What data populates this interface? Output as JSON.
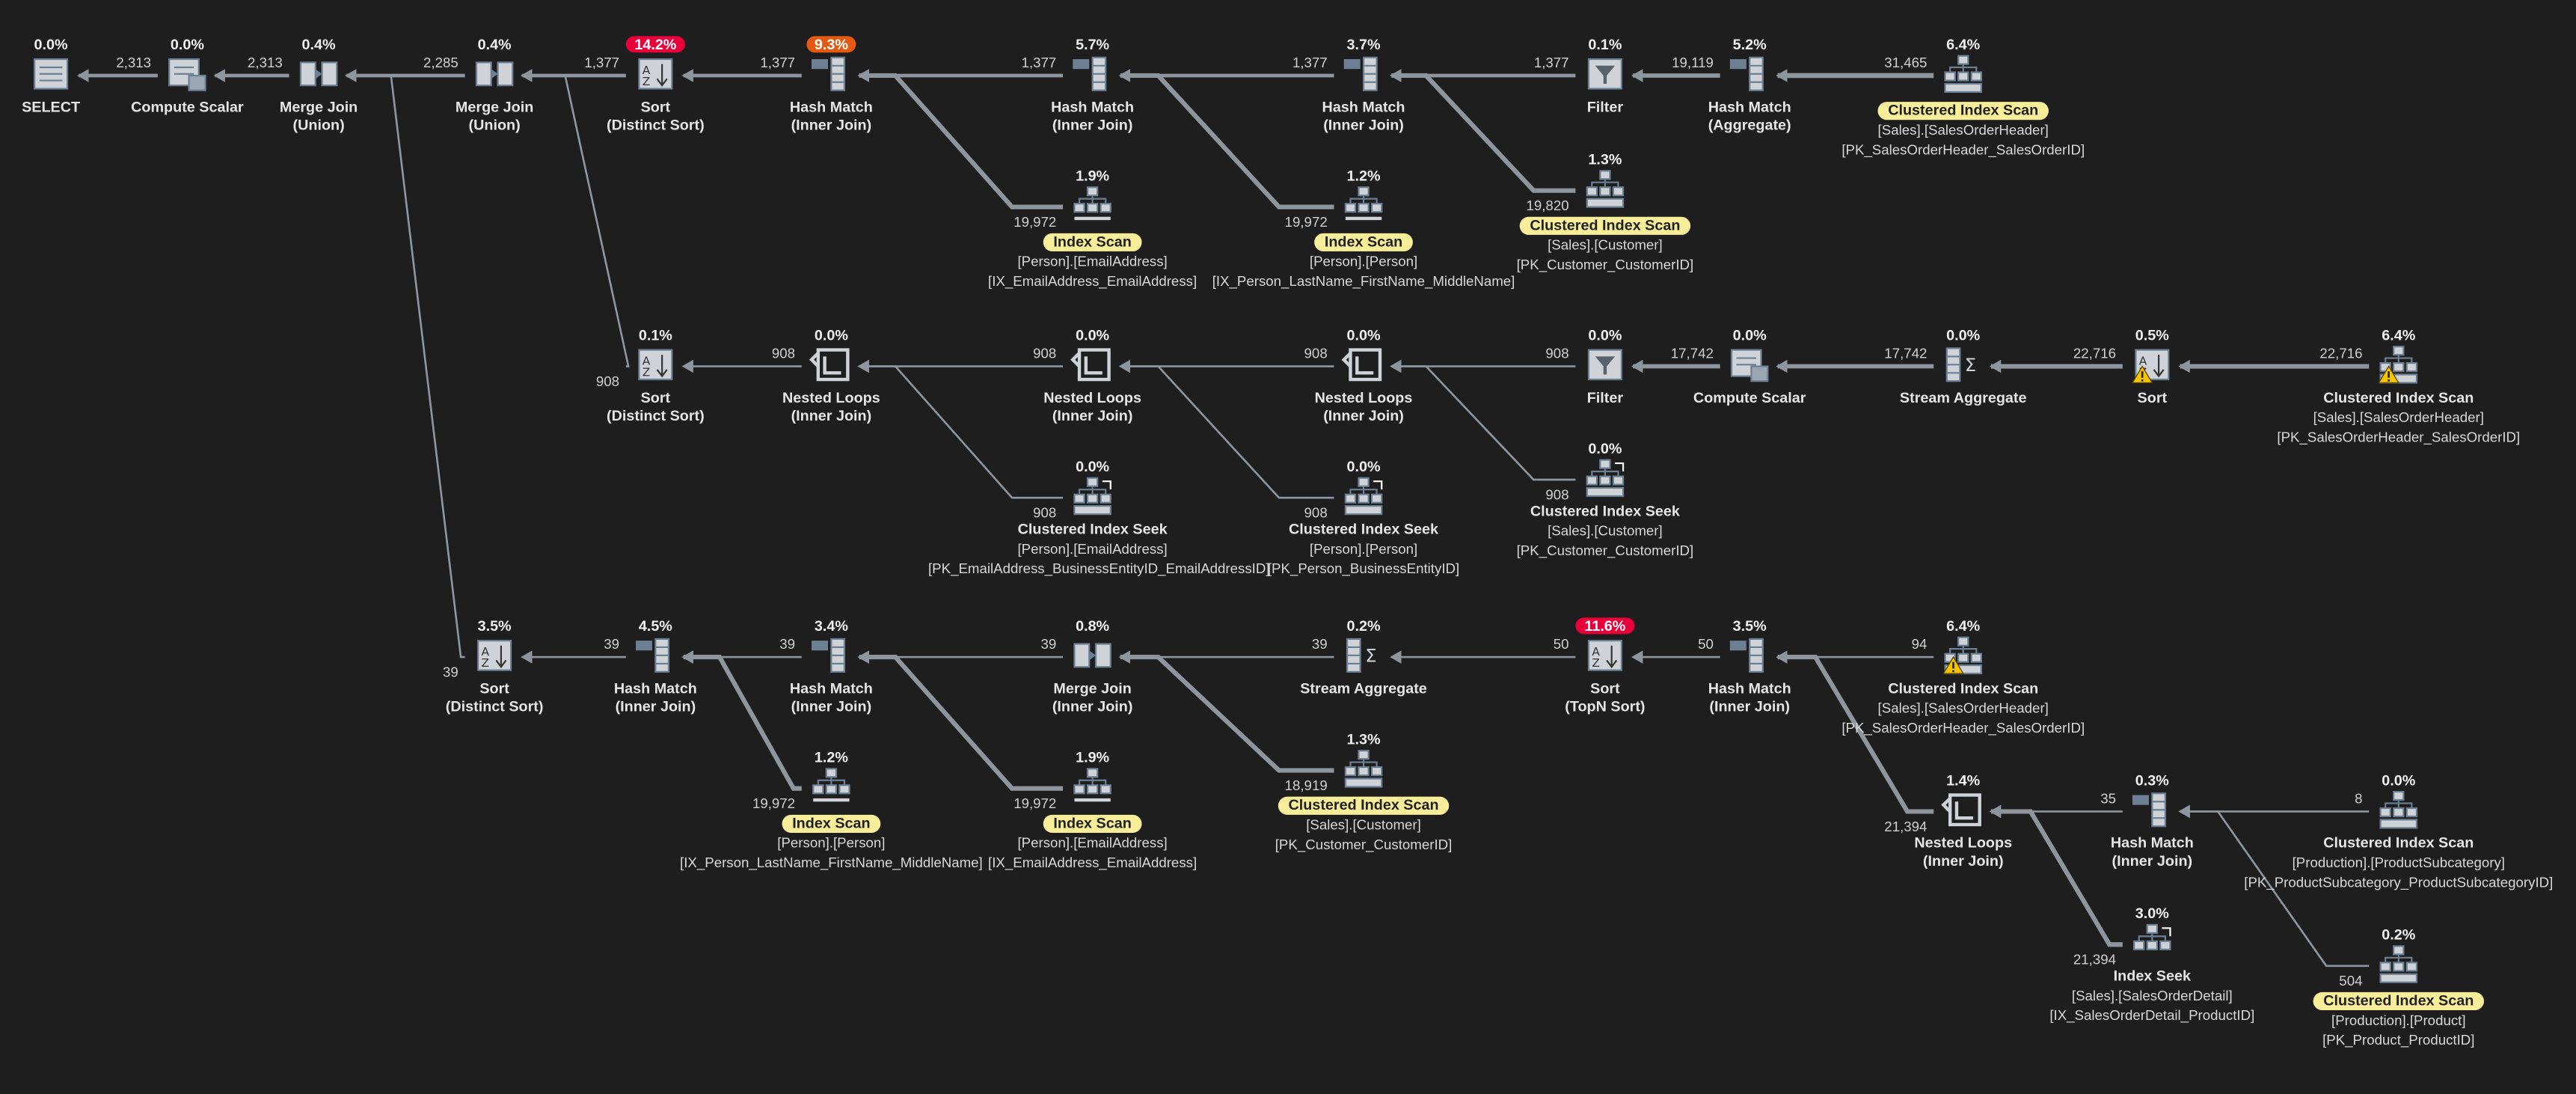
{
  "plan": {
    "nodes": [
      {
        "id": "n_select",
        "icon": "select-icon",
        "pct": "0.0%",
        "name": "SELECT"
      },
      {
        "id": "n_compute1",
        "icon": "compute-scalar-icon",
        "pct": "0.0%",
        "name": "Compute Scalar"
      },
      {
        "id": "n_merge1",
        "icon": "merge-join-icon",
        "pct": "0.4%",
        "name": "Merge Join",
        "name2": "(Union)"
      },
      {
        "id": "n_merge2",
        "icon": "merge-join-icon",
        "pct": "0.4%",
        "name": "Merge Join",
        "name2": "(Union)"
      },
      {
        "id": "n_sort1",
        "icon": "sort-icon",
        "pct": "14.2%",
        "pct_style": "hot",
        "name": "Sort",
        "name2": "(Distinct Sort)"
      },
      {
        "id": "n_hash1",
        "icon": "hash-match-icon",
        "pct": "9.3%",
        "pct_style": "warm",
        "name": "Hash Match",
        "name2": "(Inner Join)"
      },
      {
        "id": "n_hash2",
        "icon": "hash-match-icon",
        "pct": "5.7%",
        "name": "Hash Match",
        "name2": "(Inner Join)"
      },
      {
        "id": "n_hash3",
        "icon": "hash-match-icon",
        "pct": "3.7%",
        "name": "Hash Match",
        "name2": "(Inner Join)"
      },
      {
        "id": "n_filter1",
        "icon": "filter-icon",
        "pct": "0.1%",
        "name": "Filter"
      },
      {
        "id": "n_hashagg",
        "icon": "hash-match-icon",
        "pct": "5.2%",
        "name": "Hash Match",
        "name2": "(Aggregate)"
      },
      {
        "id": "n_cis1",
        "icon": "clustered-index-scan-icon",
        "pct": "6.4%",
        "name": "Clustered Index Scan",
        "hl": true,
        "sub1": "[Sales].[SalesOrderHeader]",
        "sub2": "[PK_SalesOrderHeader_SalesOrderID]"
      },
      {
        "id": "n_is1",
        "icon": "index-scan-icon",
        "pct": "1.9%",
        "name": "Index Scan",
        "hl": true,
        "sub1": "[Person].[EmailAddress]",
        "sub2": "[IX_EmailAddress_EmailAddress]"
      },
      {
        "id": "n_is2",
        "icon": "index-scan-icon",
        "pct": "1.2%",
        "name": "Index Scan",
        "hl": true,
        "sub1": "[Person].[Person]",
        "sub2": "[IX_Person_LastName_FirstName_MiddleName]"
      },
      {
        "id": "n_cis2",
        "icon": "clustered-index-scan-icon",
        "pct": "1.3%",
        "name": "Clustered Index Scan",
        "hl": true,
        "sub1": "[Sales].[Customer]",
        "sub2": "[PK_Customer_CustomerID]"
      },
      {
        "id": "n_sort2",
        "icon": "sort-icon",
        "pct": "0.1%",
        "name": "Sort",
        "name2": "(Distinct Sort)"
      },
      {
        "id": "n_nl1",
        "icon": "nested-loops-icon",
        "pct": "0.0%",
        "name": "Nested Loops",
        "name2": "(Inner Join)"
      },
      {
        "id": "n_nl2",
        "icon": "nested-loops-icon",
        "pct": "0.0%",
        "name": "Nested Loops",
        "name2": "(Inner Join)"
      },
      {
        "id": "n_nl3",
        "icon": "nested-loops-icon",
        "pct": "0.0%",
        "name": "Nested Loops",
        "name2": "(Inner Join)"
      },
      {
        "id": "n_filter2",
        "icon": "filter-icon",
        "pct": "0.0%",
        "name": "Filter"
      },
      {
        "id": "n_compute2",
        "icon": "compute-scalar-icon",
        "pct": "0.0%",
        "name": "Compute Scalar"
      },
      {
        "id": "n_streamagg1",
        "icon": "stream-aggregate-icon",
        "pct": "0.0%",
        "name": "Stream Aggregate"
      },
      {
        "id": "n_sort3",
        "icon": "sort-icon",
        "pct": "0.5%",
        "name": "Sort",
        "warn": true
      },
      {
        "id": "n_cis3",
        "icon": "clustered-index-scan-icon",
        "pct": "6.4%",
        "name": "Clustered Index Scan",
        "warn": true,
        "sub1": "[Sales].[SalesOrderHeader]",
        "sub2": "[PK_SalesOrderHeader_SalesOrderID]"
      },
      {
        "id": "n_cisk1",
        "icon": "clustered-index-seek-icon",
        "pct": "0.0%",
        "name": "Clustered Index Seek",
        "sub1": "[Person].[EmailAddress]",
        "sub2": "[PK_EmailAddress_BusinessEntityID_EmailAddressID]"
      },
      {
        "id": "n_cisk2",
        "icon": "clustered-index-seek-icon",
        "pct": "0.0%",
        "name": "Clustered Index Seek",
        "sub1": "[Person].[Person]",
        "sub2": "[PK_Person_BusinessEntityID]"
      },
      {
        "id": "n_cisk3",
        "icon": "clustered-index-seek-icon",
        "pct": "0.0%",
        "name": "Clustered Index Seek",
        "sub1": "[Sales].[Customer]",
        "sub2": "[PK_Customer_CustomerID]"
      },
      {
        "id": "n_sort4",
        "icon": "sort-icon",
        "pct": "3.5%",
        "name": "Sort",
        "name2": "(Distinct Sort)"
      },
      {
        "id": "n_hash4",
        "icon": "hash-match-icon",
        "pct": "4.5%",
        "name": "Hash Match",
        "name2": "(Inner Join)"
      },
      {
        "id": "n_hash5",
        "icon": "hash-match-icon",
        "pct": "3.4%",
        "name": "Hash Match",
        "name2": "(Inner Join)"
      },
      {
        "id": "n_merge3",
        "icon": "merge-join-icon",
        "pct": "0.8%",
        "name": "Merge Join",
        "name2": "(Inner Join)"
      },
      {
        "id": "n_streamagg2",
        "icon": "stream-aggregate-icon",
        "pct": "0.2%",
        "name": "Stream Aggregate"
      },
      {
        "id": "n_sort5",
        "icon": "sort-icon",
        "pct": "11.6%",
        "pct_style": "hot",
        "name": "Sort",
        "name2": "(TopN Sort)"
      },
      {
        "id": "n_hash6",
        "icon": "hash-match-icon",
        "pct": "3.5%",
        "name": "Hash Match",
        "name2": "(Inner Join)"
      },
      {
        "id": "n_cis4",
        "icon": "clustered-index-scan-icon",
        "pct": "6.4%",
        "name": "Clustered Index Scan",
        "warn": true,
        "sub1": "[Sales].[SalesOrderHeader]",
        "sub2": "[PK_SalesOrderHeader_SalesOrderID]"
      },
      {
        "id": "n_is3",
        "icon": "index-scan-icon",
        "pct": "1.2%",
        "name": "Index Scan",
        "hl": true,
        "sub1": "[Person].[Person]",
        "sub2": "[IX_Person_LastName_FirstName_MiddleName]"
      },
      {
        "id": "n_is4",
        "icon": "index-scan-icon",
        "pct": "1.9%",
        "name": "Index Scan",
        "hl": true,
        "sub1": "[Person].[EmailAddress]",
        "sub2": "[IX_EmailAddress_EmailAddress]"
      },
      {
        "id": "n_cis5",
        "icon": "clustered-index-scan-icon",
        "pct": "1.3%",
        "name": "Clustered Index Scan",
        "hl": true,
        "sub1": "[Sales].[Customer]",
        "sub2": "[PK_Customer_CustomerID]"
      },
      {
        "id": "n_nl4",
        "icon": "nested-loops-icon",
        "pct": "1.4%",
        "name": "Nested Loops",
        "name2": "(Inner Join)"
      },
      {
        "id": "n_hash7",
        "icon": "hash-match-icon",
        "pct": "0.3%",
        "name": "Hash Match",
        "name2": "(Inner Join)"
      },
      {
        "id": "n_cis6",
        "icon": "clustered-index-scan-icon",
        "pct": "0.0%",
        "name": "Clustered Index Scan",
        "sub1": "[Production].[ProductSubcategory]",
        "sub2": "[PK_ProductSubcategory_ProductSubcategoryID]"
      },
      {
        "id": "n_iseek",
        "icon": "index-seek-icon",
        "pct": "3.0%",
        "name": "Index Seek",
        "sub1": "[Sales].[SalesOrderDetail]",
        "sub2": "[IX_SalesOrderDetail_ProductID]"
      },
      {
        "id": "n_cis7",
        "icon": "clustered-index-scan-icon",
        "pct": "0.2%",
        "name": "Clustered Index Scan",
        "hl": true,
        "sub1": "[Production].[Product]",
        "sub2": "[PK_Product_ProductID]"
      }
    ],
    "edges": [
      {
        "from": "n_compute1",
        "to": "n_select",
        "rows": "2,313"
      },
      {
        "from": "n_merge1",
        "to": "n_compute1",
        "rows": "2,313"
      },
      {
        "from": "n_merge2",
        "to": "n_merge1",
        "rows": "2,285"
      },
      {
        "from": "n_sort1",
        "to": "n_merge2",
        "rows": "1,377"
      },
      {
        "from": "n_hash1",
        "to": "n_sort1",
        "rows": "1,377"
      },
      {
        "from": "n_hash2",
        "to": "n_hash1",
        "rows": "1,377"
      },
      {
        "from": "n_hash3",
        "to": "n_hash2",
        "rows": "1,377"
      },
      {
        "from": "n_filter1",
        "to": "n_hash3",
        "rows": "1,377"
      },
      {
        "from": "n_hashagg",
        "to": "n_filter1",
        "rows": "19,119"
      },
      {
        "from": "n_cis1",
        "to": "n_hashagg",
        "rows": "31,465"
      },
      {
        "from": "n_is1",
        "to": "n_hash1",
        "rows": "19,972"
      },
      {
        "from": "n_is2",
        "to": "n_hash2",
        "rows": "19,972"
      },
      {
        "from": "n_cis2",
        "to": "n_hash3",
        "rows": "19,820"
      },
      {
        "from": "n_sort2",
        "to": "n_merge2",
        "rows": "908"
      },
      {
        "from": "n_nl1",
        "to": "n_sort2",
        "rows": "908"
      },
      {
        "from": "n_nl2",
        "to": "n_nl1",
        "rows": "908"
      },
      {
        "from": "n_nl3",
        "to": "n_nl2",
        "rows": "908"
      },
      {
        "from": "n_filter2",
        "to": "n_nl3",
        "rows": "908"
      },
      {
        "from": "n_compute2",
        "to": "n_filter2",
        "rows": "17,742"
      },
      {
        "from": "n_streamagg1",
        "to": "n_compute2",
        "rows": "17,742"
      },
      {
        "from": "n_sort3",
        "to": "n_streamagg1",
        "rows": "22,716"
      },
      {
        "from": "n_cis3",
        "to": "n_sort3",
        "rows": "22,716"
      },
      {
        "from": "n_cisk1",
        "to": "n_nl1",
        "rows": "908"
      },
      {
        "from": "n_cisk2",
        "to": "n_nl2",
        "rows": "908"
      },
      {
        "from": "n_cisk3",
        "to": "n_nl3",
        "rows": "908"
      },
      {
        "from": "n_sort4",
        "to": "n_merge1",
        "rows": "39"
      },
      {
        "from": "n_hash4",
        "to": "n_sort4",
        "rows": "39"
      },
      {
        "from": "n_hash5",
        "to": "n_hash4",
        "rows": "39"
      },
      {
        "from": "n_merge3",
        "to": "n_hash5",
        "rows": "39"
      },
      {
        "from": "n_streamagg2",
        "to": "n_merge3",
        "rows": "39"
      },
      {
        "from": "n_sort5",
        "to": "n_streamagg2",
        "rows": "50"
      },
      {
        "from": "n_hash6",
        "to": "n_sort5",
        "rows": "50"
      },
      {
        "from": "n_cis4",
        "to": "n_hash6",
        "rows": "94"
      },
      {
        "from": "n_is3",
        "to": "n_hash4",
        "rows": "19,972"
      },
      {
        "from": "n_is4",
        "to": "n_hash5",
        "rows": "19,972"
      },
      {
        "from": "n_cis5",
        "to": "n_merge3",
        "rows": "18,919"
      },
      {
        "from": "n_nl4",
        "to": "n_hash6",
        "rows": "21,394"
      },
      {
        "from": "n_hash7",
        "to": "n_nl4",
        "rows": "35"
      },
      {
        "from": "n_cis6",
        "to": "n_hash7",
        "rows": "8"
      },
      {
        "from": "n_iseek",
        "to": "n_nl4",
        "rows": "21,394"
      },
      {
        "from": "n_cis7",
        "to": "n_hash7",
        "rows": "504"
      }
    ]
  }
}
